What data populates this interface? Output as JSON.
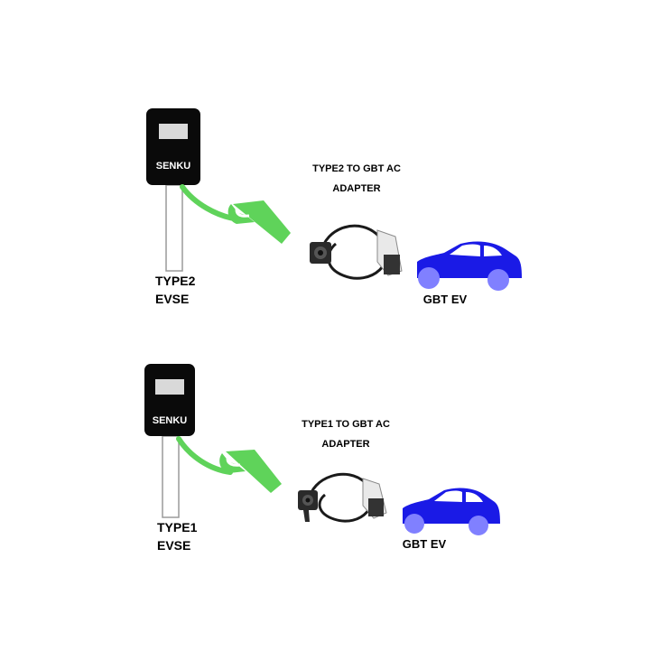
{
  "rows": [
    {
      "brand": "SENKU",
      "evse_line1": "TYPE2",
      "evse_line2": "EVSE",
      "adapter_line1": "TYPE2 TO GBT AC",
      "adapter_line2": "ADAPTER",
      "ev_label": "GBT EV"
    },
    {
      "brand": "SENKU",
      "evse_line1": "TYPE1",
      "evse_line2": "EVSE",
      "adapter_line1": "TYPE1 TO GBT AC",
      "adapter_line2": "ADAPTER",
      "ev_label": "GBT EV"
    }
  ],
  "colors": {
    "charger_body": "#0a0a0a",
    "charger_screen": "#d9d9d9",
    "cable_green": "#5fd35a",
    "car_body": "#1a1ae6",
    "car_wheel": "#8080ff",
    "adapter_cable": "#1a1a1a"
  },
  "icons": [
    "ev-charger-icon",
    "charging-gun-icon",
    "adapter-cable-icon",
    "car-icon"
  ]
}
